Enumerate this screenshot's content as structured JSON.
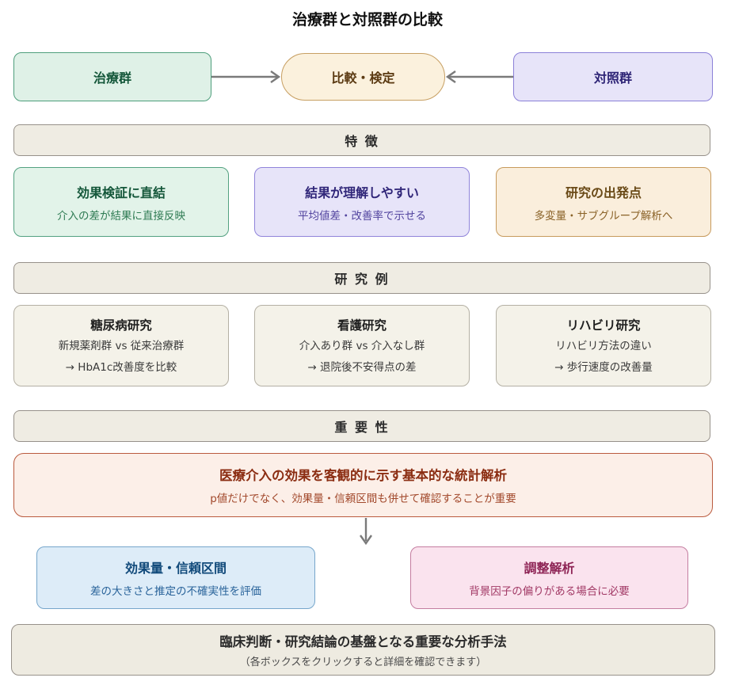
{
  "page": {
    "title": "治療群と対照群の比較"
  },
  "flow": {
    "treatment": {
      "label": "治療群"
    },
    "compare": {
      "label": "比較・検定"
    },
    "control": {
      "label": "対照群"
    }
  },
  "sections": {
    "features": {
      "header": "特 徴",
      "items": [
        {
          "title": "効果検証に直結",
          "subtitle": "介入の差が結果に直接反映",
          "theme": "green"
        },
        {
          "title": "結果が理解しやすい",
          "subtitle": "平均値差・改善率で示せる",
          "theme": "purple"
        },
        {
          "title": "研究の出発点",
          "subtitle": "多変量・サブグループ解析へ",
          "theme": "orange"
        }
      ]
    },
    "examples": {
      "header": "研 究 例",
      "items": [
        {
          "title": "糖尿病研究",
          "line1": "新規薬剤群 vs 従来治療群",
          "line2": "→ HbA1c改善度を比較"
        },
        {
          "title": "看護研究",
          "line1": "介入あり群 vs 介入なし群",
          "line2": "→ 退院後不安得点の差"
        },
        {
          "title": "リハビリ研究",
          "line1": "リハビリ方法の違い",
          "line2": "→ 歩行速度の改善量"
        }
      ]
    },
    "importance": {
      "header": "重 要 性",
      "main": {
        "title": "医療介入の効果を客観的に示す基本的な統計解析",
        "subtitle": "p値だけでなく、効果量・信頼区間も併せて確認することが重要"
      },
      "children": [
        {
          "title": "効果量・信頼区間",
          "subtitle": "差の大きさと推定の不確実性を評価",
          "theme": "blue"
        },
        {
          "title": "調整解析",
          "subtitle": "背景因子の偏りがある場合に必要",
          "theme": "pink"
        }
      ]
    }
  },
  "footer": {
    "title": "臨床判断・研究結論の基盤となる重要な分析手法",
    "subtitle": "（各ボックスをクリックすると詳細を確認できます）"
  },
  "palette": {
    "treatment": {
      "bg": "#dff1e7",
      "border": "#4e9e7c",
      "text": "#14573a"
    },
    "compare": {
      "bg": "#fbf1dd",
      "border": "#c79f62",
      "text": "#5b3a12"
    },
    "control": {
      "bg": "#e7e4f9",
      "border": "#8b80d8",
      "text": "#2e2476"
    },
    "section_bar": {
      "bg": "#efece3",
      "border": "#97918a",
      "text": "#2b2b2b"
    },
    "feature_green": {
      "bg": "#e2f3e9",
      "border": "#53a181",
      "title": "#14573a",
      "subtitle": "#2d7a52"
    },
    "feature_purple": {
      "bg": "#e7e4f9",
      "border": "#9084da",
      "title": "#302679",
      "subtitle": "#51439e"
    },
    "feature_orange": {
      "bg": "#faeedc",
      "border": "#c79a5c",
      "title": "#6a4a17",
      "subtitle": "#8a6227"
    },
    "example_box": {
      "bg": "#f4f2e9",
      "border": "#b4b0a4",
      "title": "#1f1f1f",
      "body": "#3a3a3a"
    },
    "importance_box": {
      "bg": "#fcefe8",
      "border": "#ba5a3e",
      "title": "#8b2d12",
      "subtitle": "#a2492c"
    },
    "effect_blue": {
      "bg": "#ddecf8",
      "border": "#76a6cb",
      "title": "#10497a",
      "subtitle": "#29639a"
    },
    "adjust_pink": {
      "bg": "#fae3ee",
      "border": "#c47da0",
      "title": "#8e2455",
      "subtitle": "#a23a66"
    },
    "footer_bar": {
      "bg": "#eeebe1",
      "border": "#97918a",
      "title": "#2b2b2b",
      "subtitle": "#4a4a4a"
    },
    "arrow": "#7a7a7a"
  }
}
